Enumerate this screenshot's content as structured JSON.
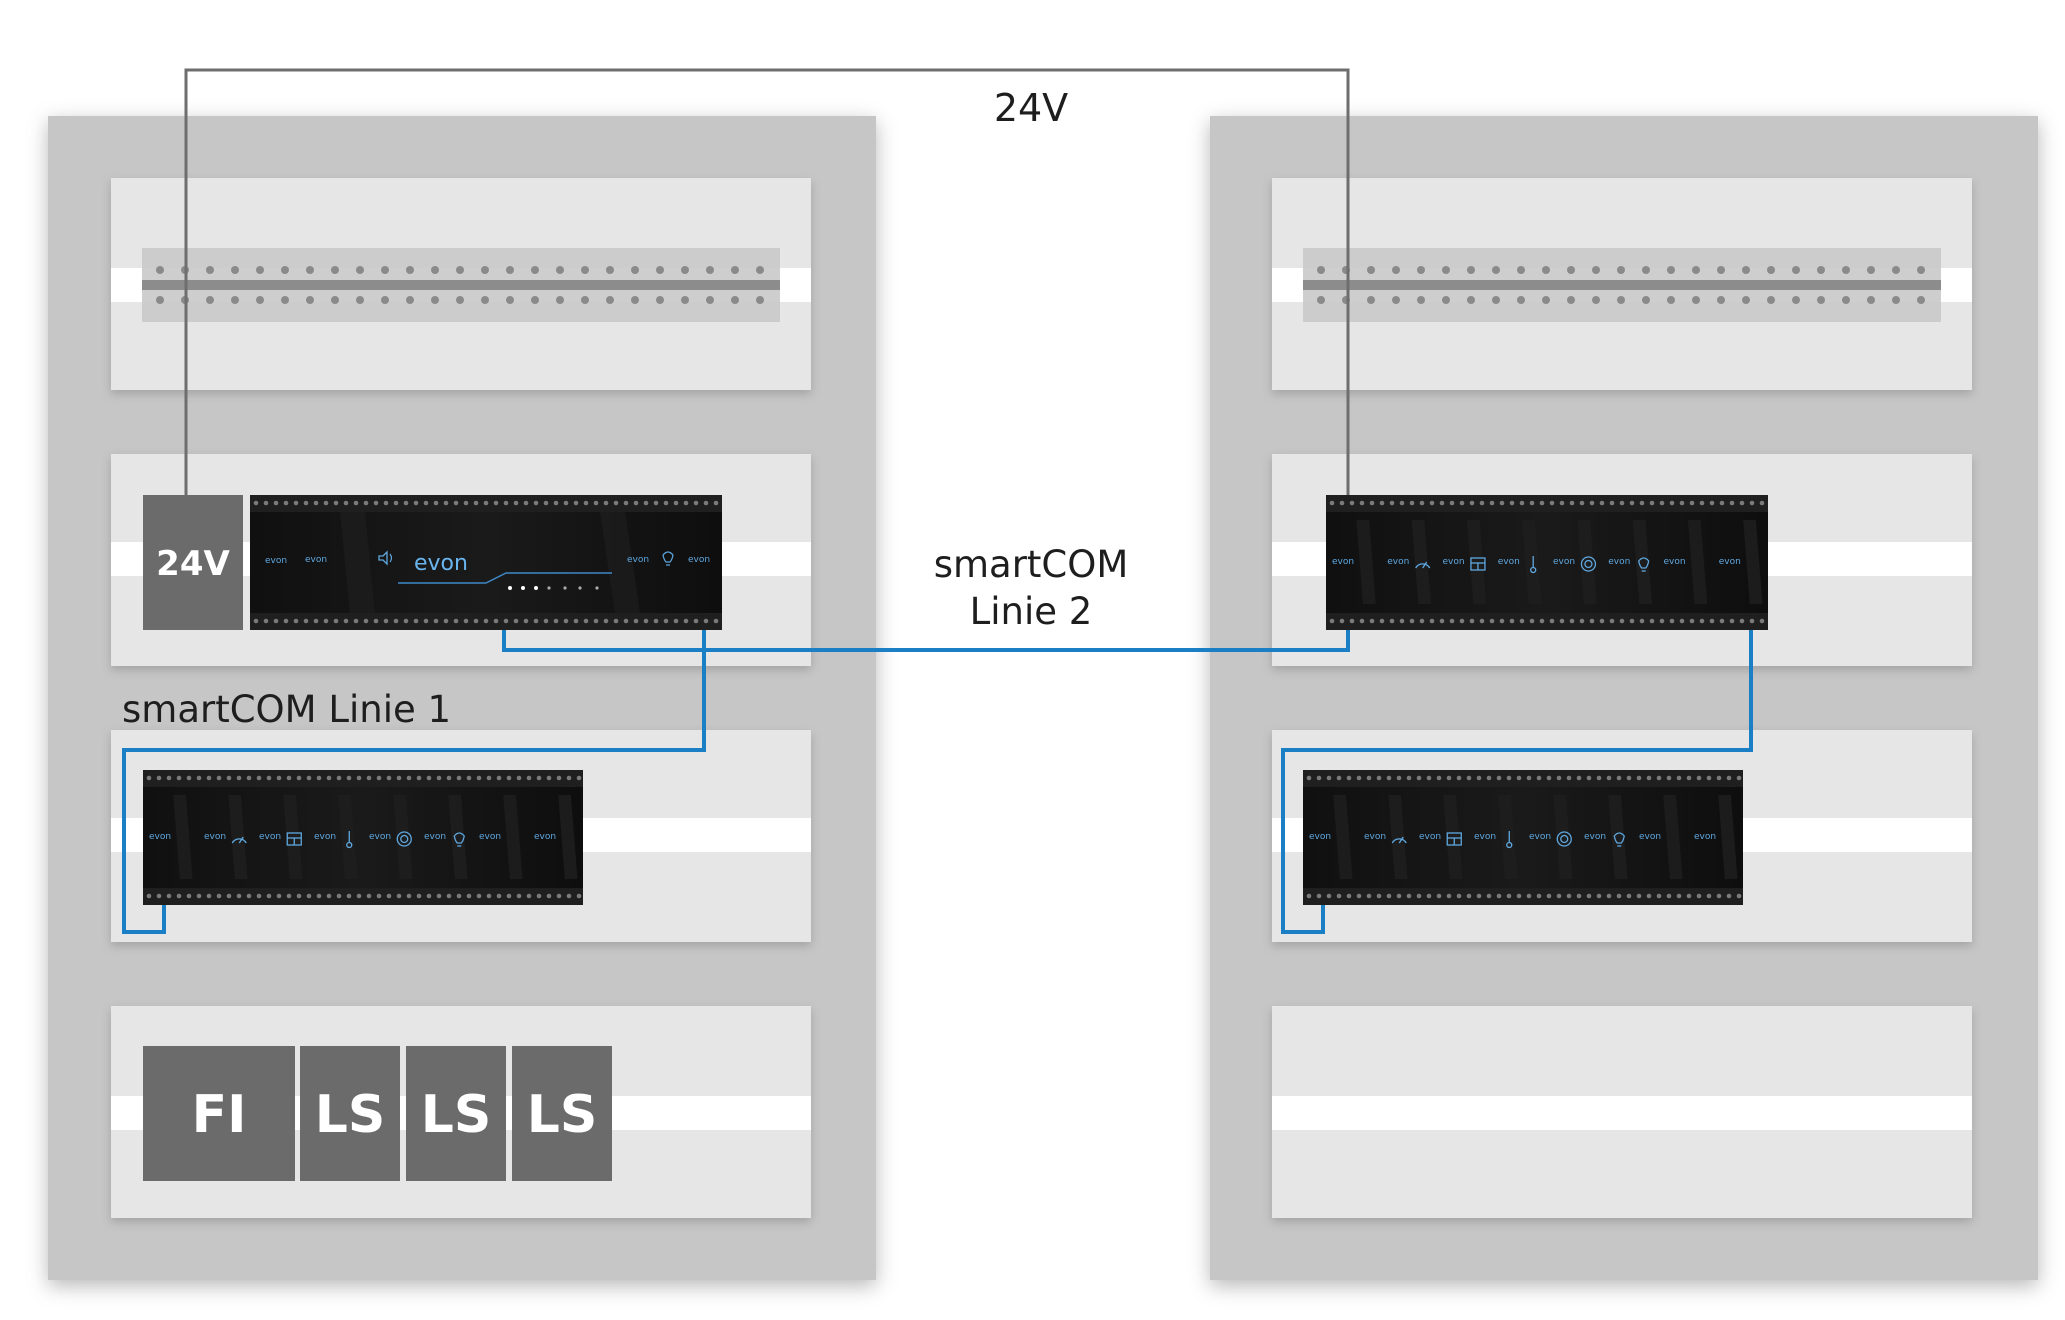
{
  "labels": {
    "power_top": "24V",
    "smartcom_line2": [
      "smartCOM",
      "Linie 2"
    ],
    "smartcom_line1": "smartCOM Linie 1"
  },
  "power_supply": {
    "label": "24V"
  },
  "breakers": [
    "FI",
    "LS",
    "LS",
    "LS"
  ],
  "brand": "evon",
  "colors": {
    "cabinet": "#c6c6c6",
    "rail": "#e5e5e5",
    "module": "#141414",
    "gray_box": "#6b6b6b",
    "bus_wire": "#1a7fc4",
    "power_wire": "#6e6e6e"
  },
  "icons": {
    "main_controller": [
      "speaker-icon",
      "lightbulb-icon"
    ],
    "io_module": [
      "gauge-icon",
      "blinds-icon",
      "thermometer-icon",
      "knob-icon",
      "lightbulb-icon"
    ]
  }
}
